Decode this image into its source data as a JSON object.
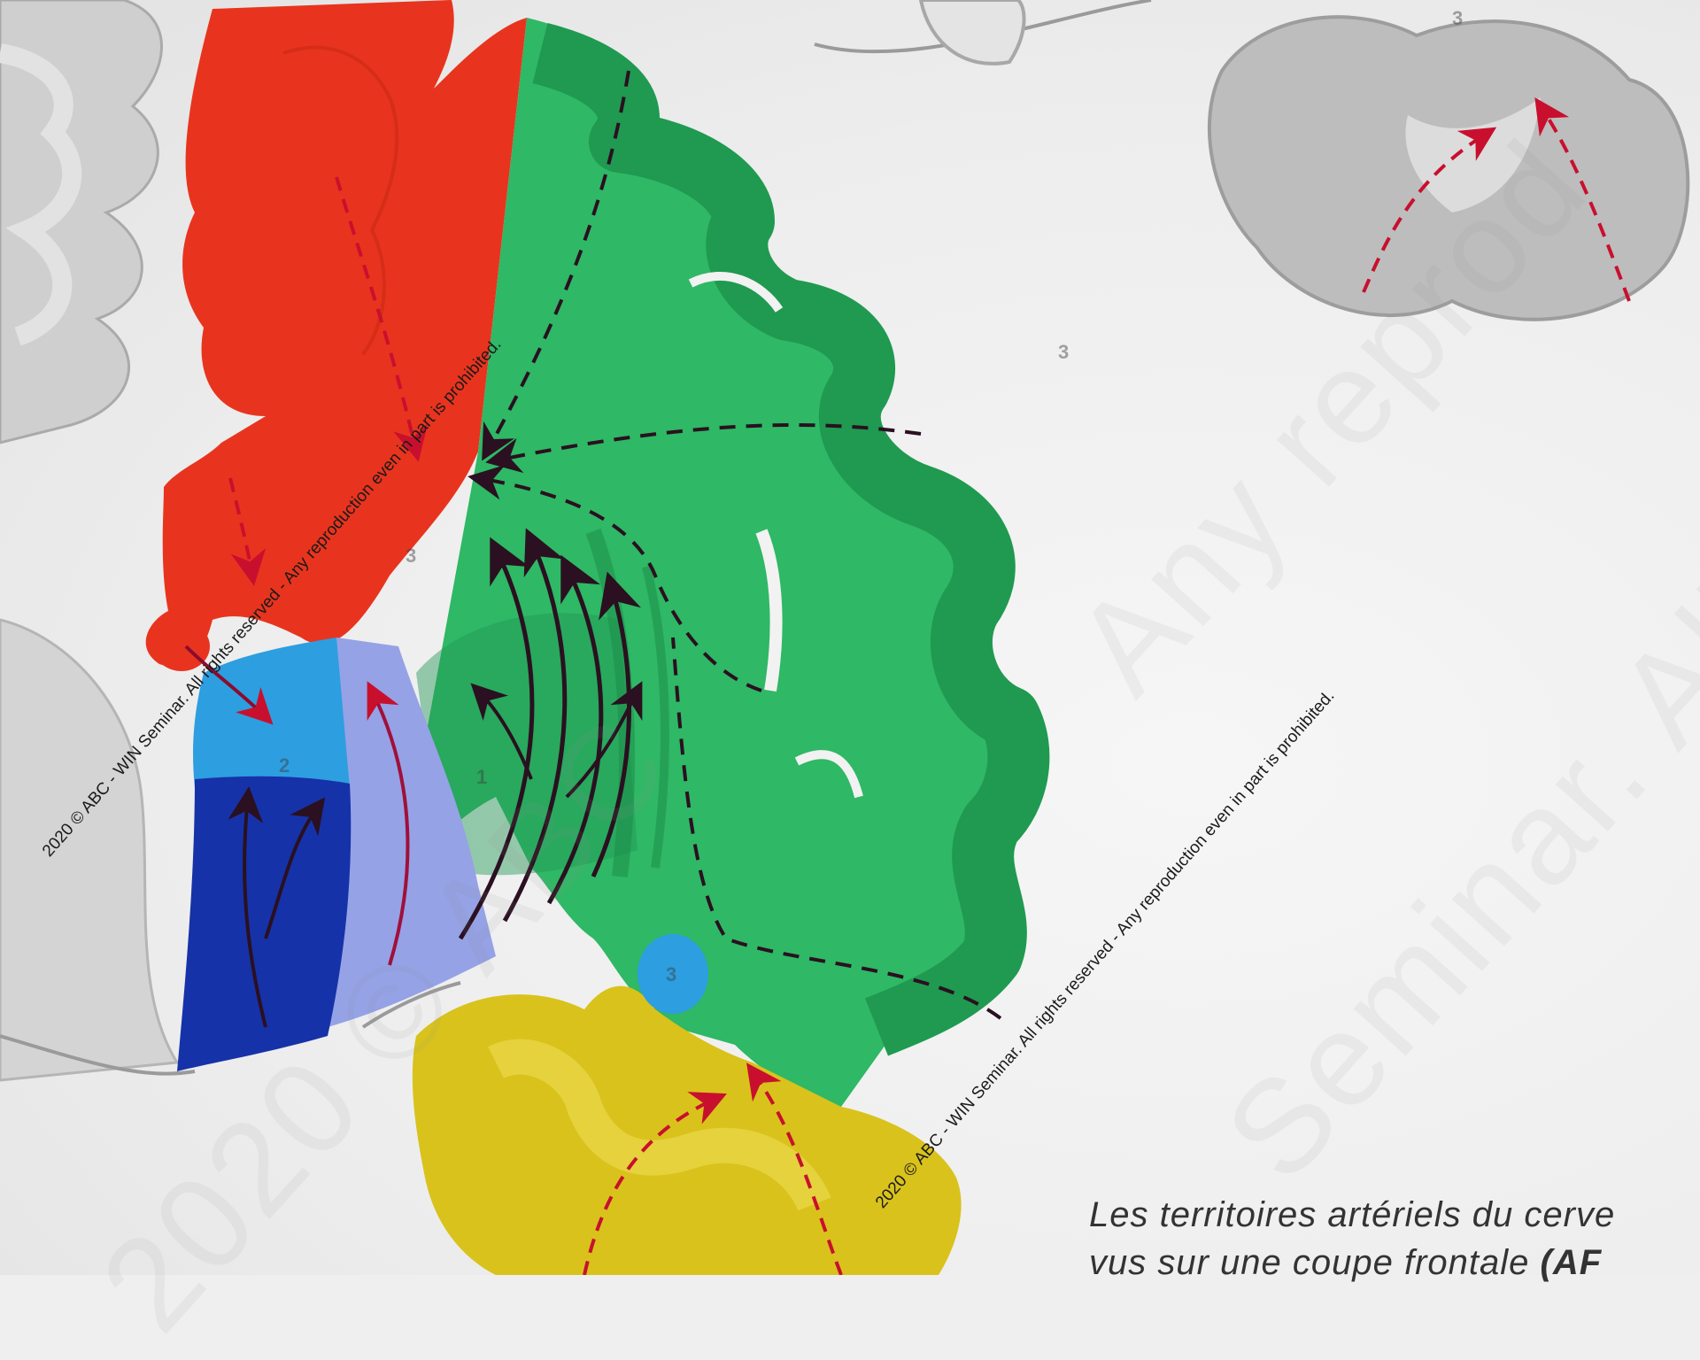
{
  "caption": {
    "line1": "Les territoires artériels du cerve",
    "line2": "vus sur une coupe frontale",
    "line2_bold": "(AF"
  },
  "watermark": {
    "text": "2020 © ABC - WIN Seminar. All rights reserved - Any reproduction even in part is prohibited."
  },
  "background_watermark": {
    "words": [
      "Any reprod",
      "Seminar. All righ",
      "2020 © ABC"
    ]
  },
  "region_labels": [
    "3",
    "3",
    "2",
    "1",
    "3",
    "3"
  ],
  "colors": {
    "anterior_territory": "#e8341e",
    "middle_territory": "#2fb865",
    "middle_territory_dark": "#1f9a50",
    "posterior_territory": "#d9c21c",
    "choroidal_light": "#2d9ee0",
    "deep_blue": "#1632a8",
    "lavender": "#95a2e6",
    "arrow_black": "#2a1020",
    "arrow_red": "#c8102e"
  }
}
